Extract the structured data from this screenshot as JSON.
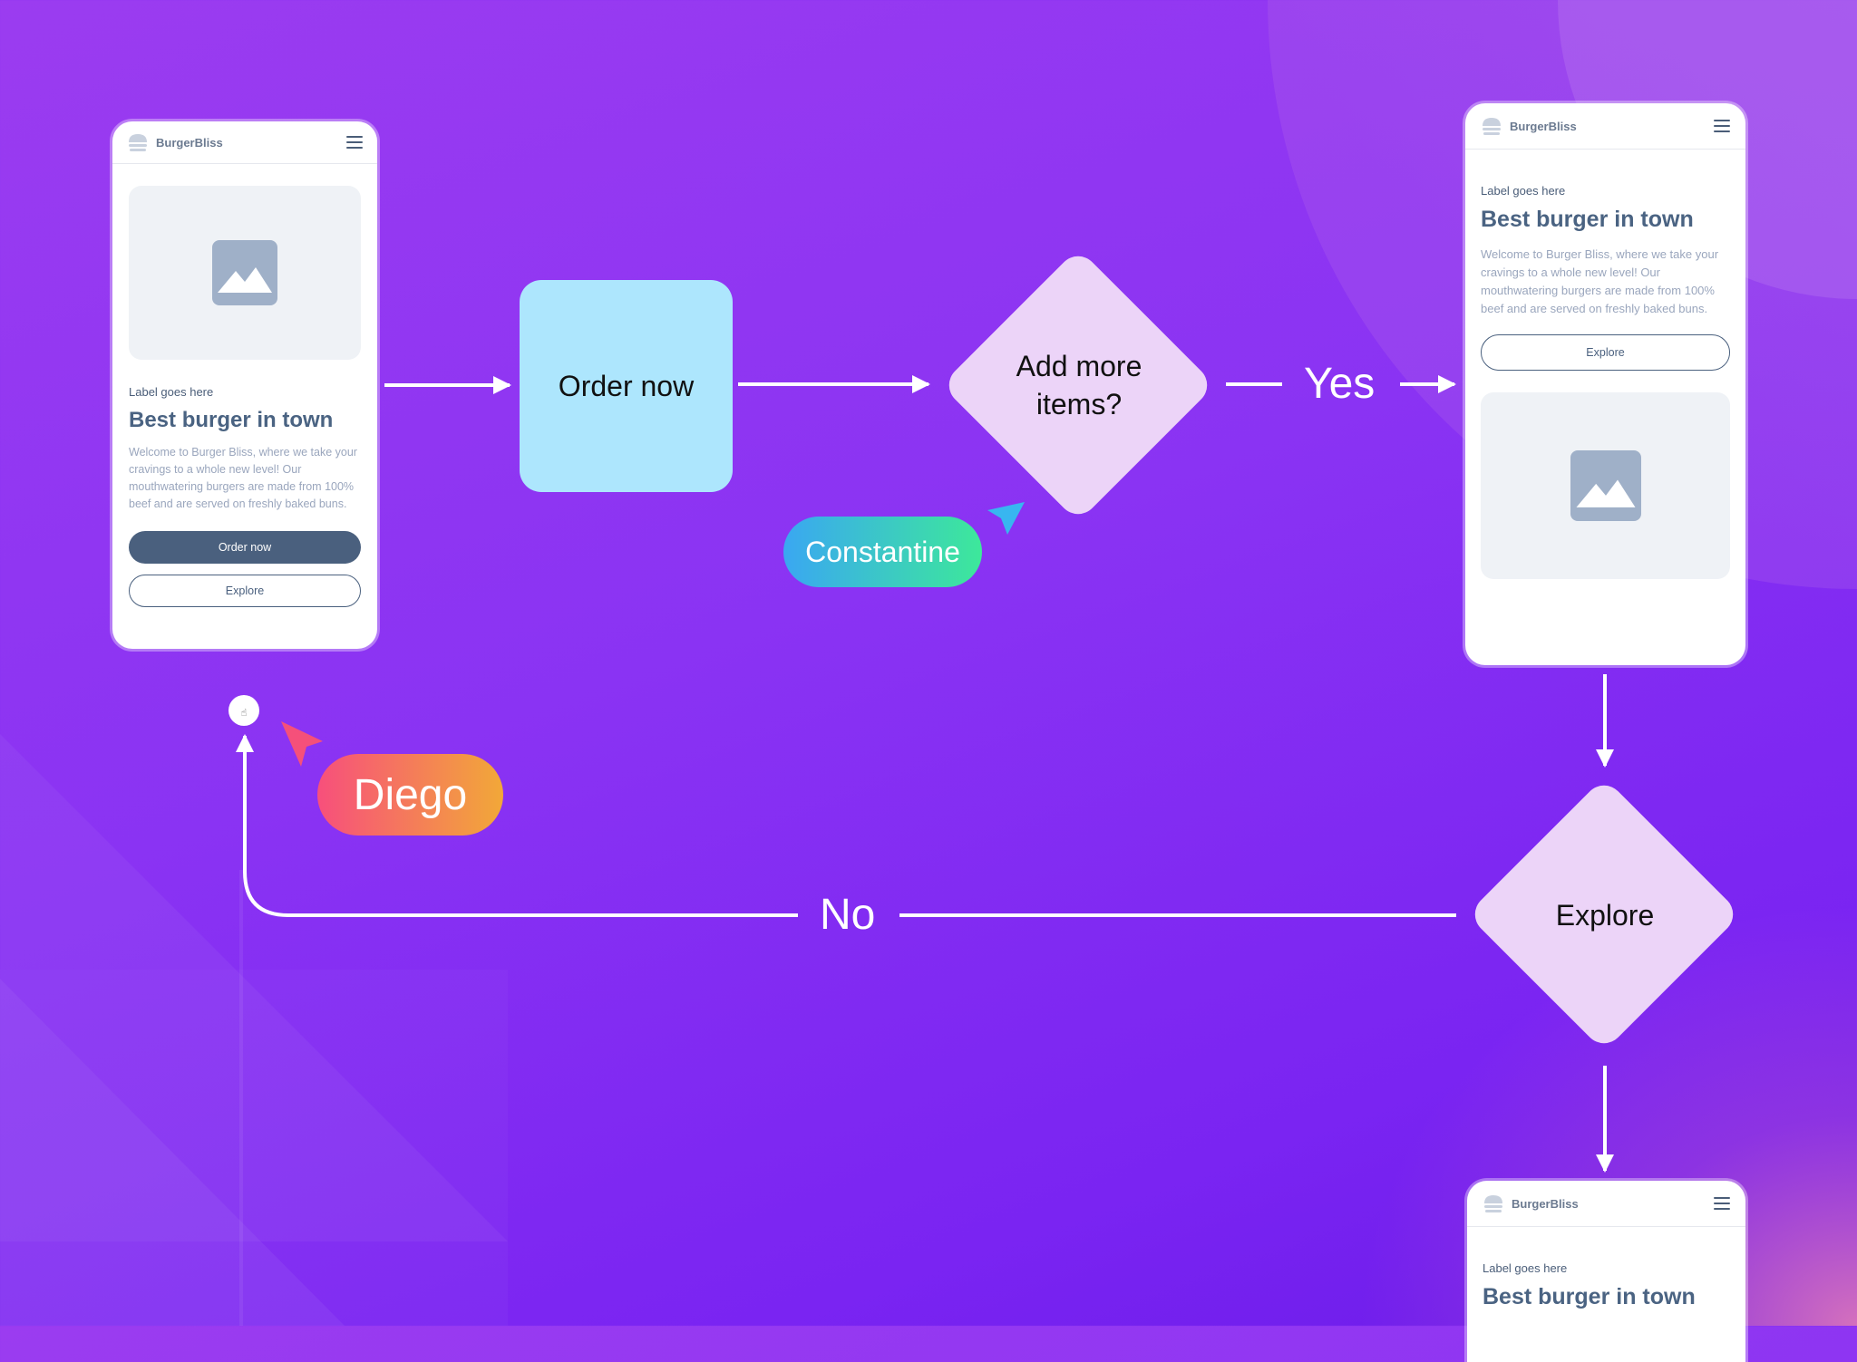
{
  "brand": "BurgerBliss",
  "phone_label": "Label goes here",
  "phone_title": "Best burger in town",
  "phone_body": "Welcome to Burger Bliss, where we take your cravings to a whole new level! Our mouthwatering burgers are made from 100% beef and are served on freshly baked buns.",
  "btn_order": "Order now",
  "btn_explore": "Explore",
  "nodes": {
    "order_now": "Order now",
    "add_more_line1": "Add more",
    "add_more_line2": "items?",
    "explore": "Explore"
  },
  "edges": {
    "yes": "Yes",
    "no": "No"
  },
  "cursors": {
    "constantine": "Constantine",
    "diego": "Diego"
  },
  "colors": {
    "order_node": "#ade6fd",
    "decision_node": "#ecd4f8",
    "constantine_gradient": [
      "#3aa7f2",
      "#3de89a"
    ],
    "diego_gradient": [
      "#f74f7c",
      "#f2a838"
    ]
  }
}
